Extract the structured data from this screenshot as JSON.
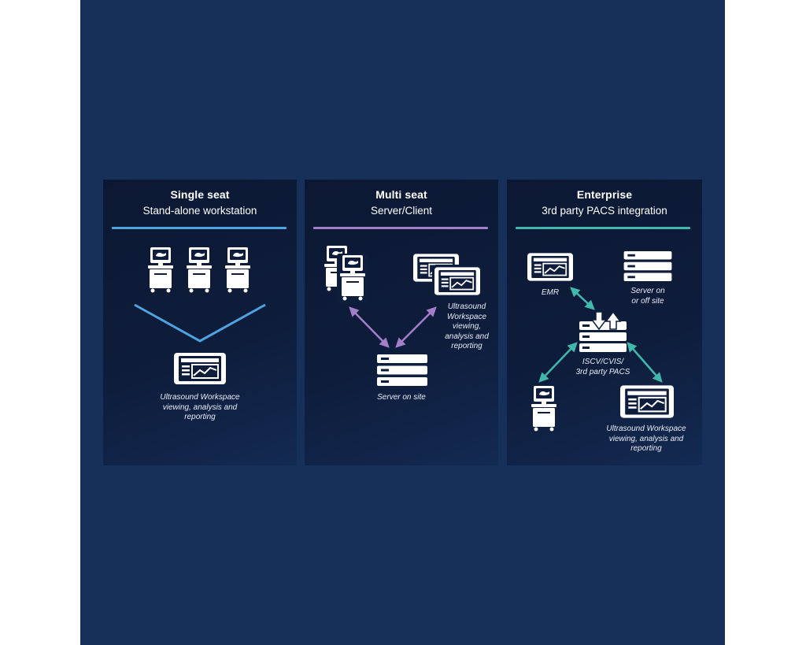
{
  "colors": {
    "stage_bg": "#17305a",
    "panel_bg": "#0c1833",
    "single_accent": "#4fa3df",
    "multi_accent": "#a37fc9",
    "enterprise_accent": "#3fb8ae"
  },
  "panels": {
    "single": {
      "title": "Single seat",
      "subtitle": "Stand-alone workstation",
      "caption": [
        "Ultrasound Workspace",
        "viewing, analysis and",
        "reporting"
      ],
      "icons": [
        "ultrasound-cart-icon",
        "ultrasound-cart-icon",
        "ultrasound-cart-icon",
        "workspace-tablet-icon"
      ]
    },
    "multi": {
      "title": "Multi seat",
      "subtitle": "Server/Client",
      "workspace_caption": [
        "Ultrasound",
        "Workspace",
        "viewing,",
        "analysis and",
        "reporting"
      ],
      "server_caption": "Server on site",
      "icons": [
        "ultrasound-cart-icon",
        "workspace-tablet-icon",
        "server-icon"
      ]
    },
    "enterprise": {
      "title": "Enterprise",
      "subtitle": "3rd party PACS integration",
      "emr_caption": "EMR",
      "server_caption": [
        "Server on",
        "or off site"
      ],
      "pacs_caption": [
        "ISCV/CVIS/",
        "3rd party PACS"
      ],
      "workspace_caption": [
        "Ultrasound Workspace",
        "viewing, analysis and",
        "reporting"
      ],
      "icons": [
        "emr-tablet-icon",
        "server-icon",
        "pacs-exchange-icon",
        "ultrasound-cart-icon",
        "workspace-tablet-icon"
      ]
    }
  }
}
